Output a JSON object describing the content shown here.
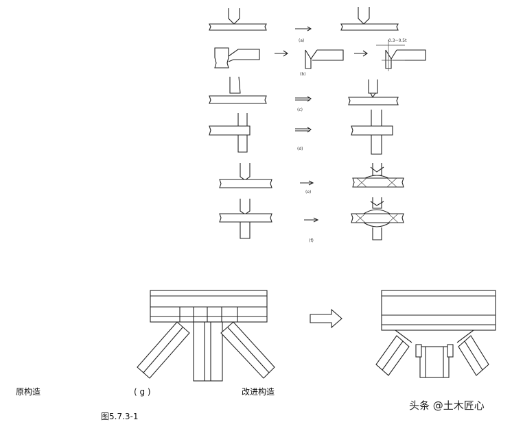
{
  "labels": {
    "original": "原构造",
    "g": "( g )",
    "improved": "改进构造",
    "figure": "图5.7.3-1"
  },
  "watermark": "头条 @土木匠心",
  "small_labels": {
    "a": "(a)",
    "b": "(b)",
    "c": "(c)",
    "d": "(d)",
    "e": "(e)",
    "f": "(f)",
    "dim": "0.3~0.5t"
  }
}
